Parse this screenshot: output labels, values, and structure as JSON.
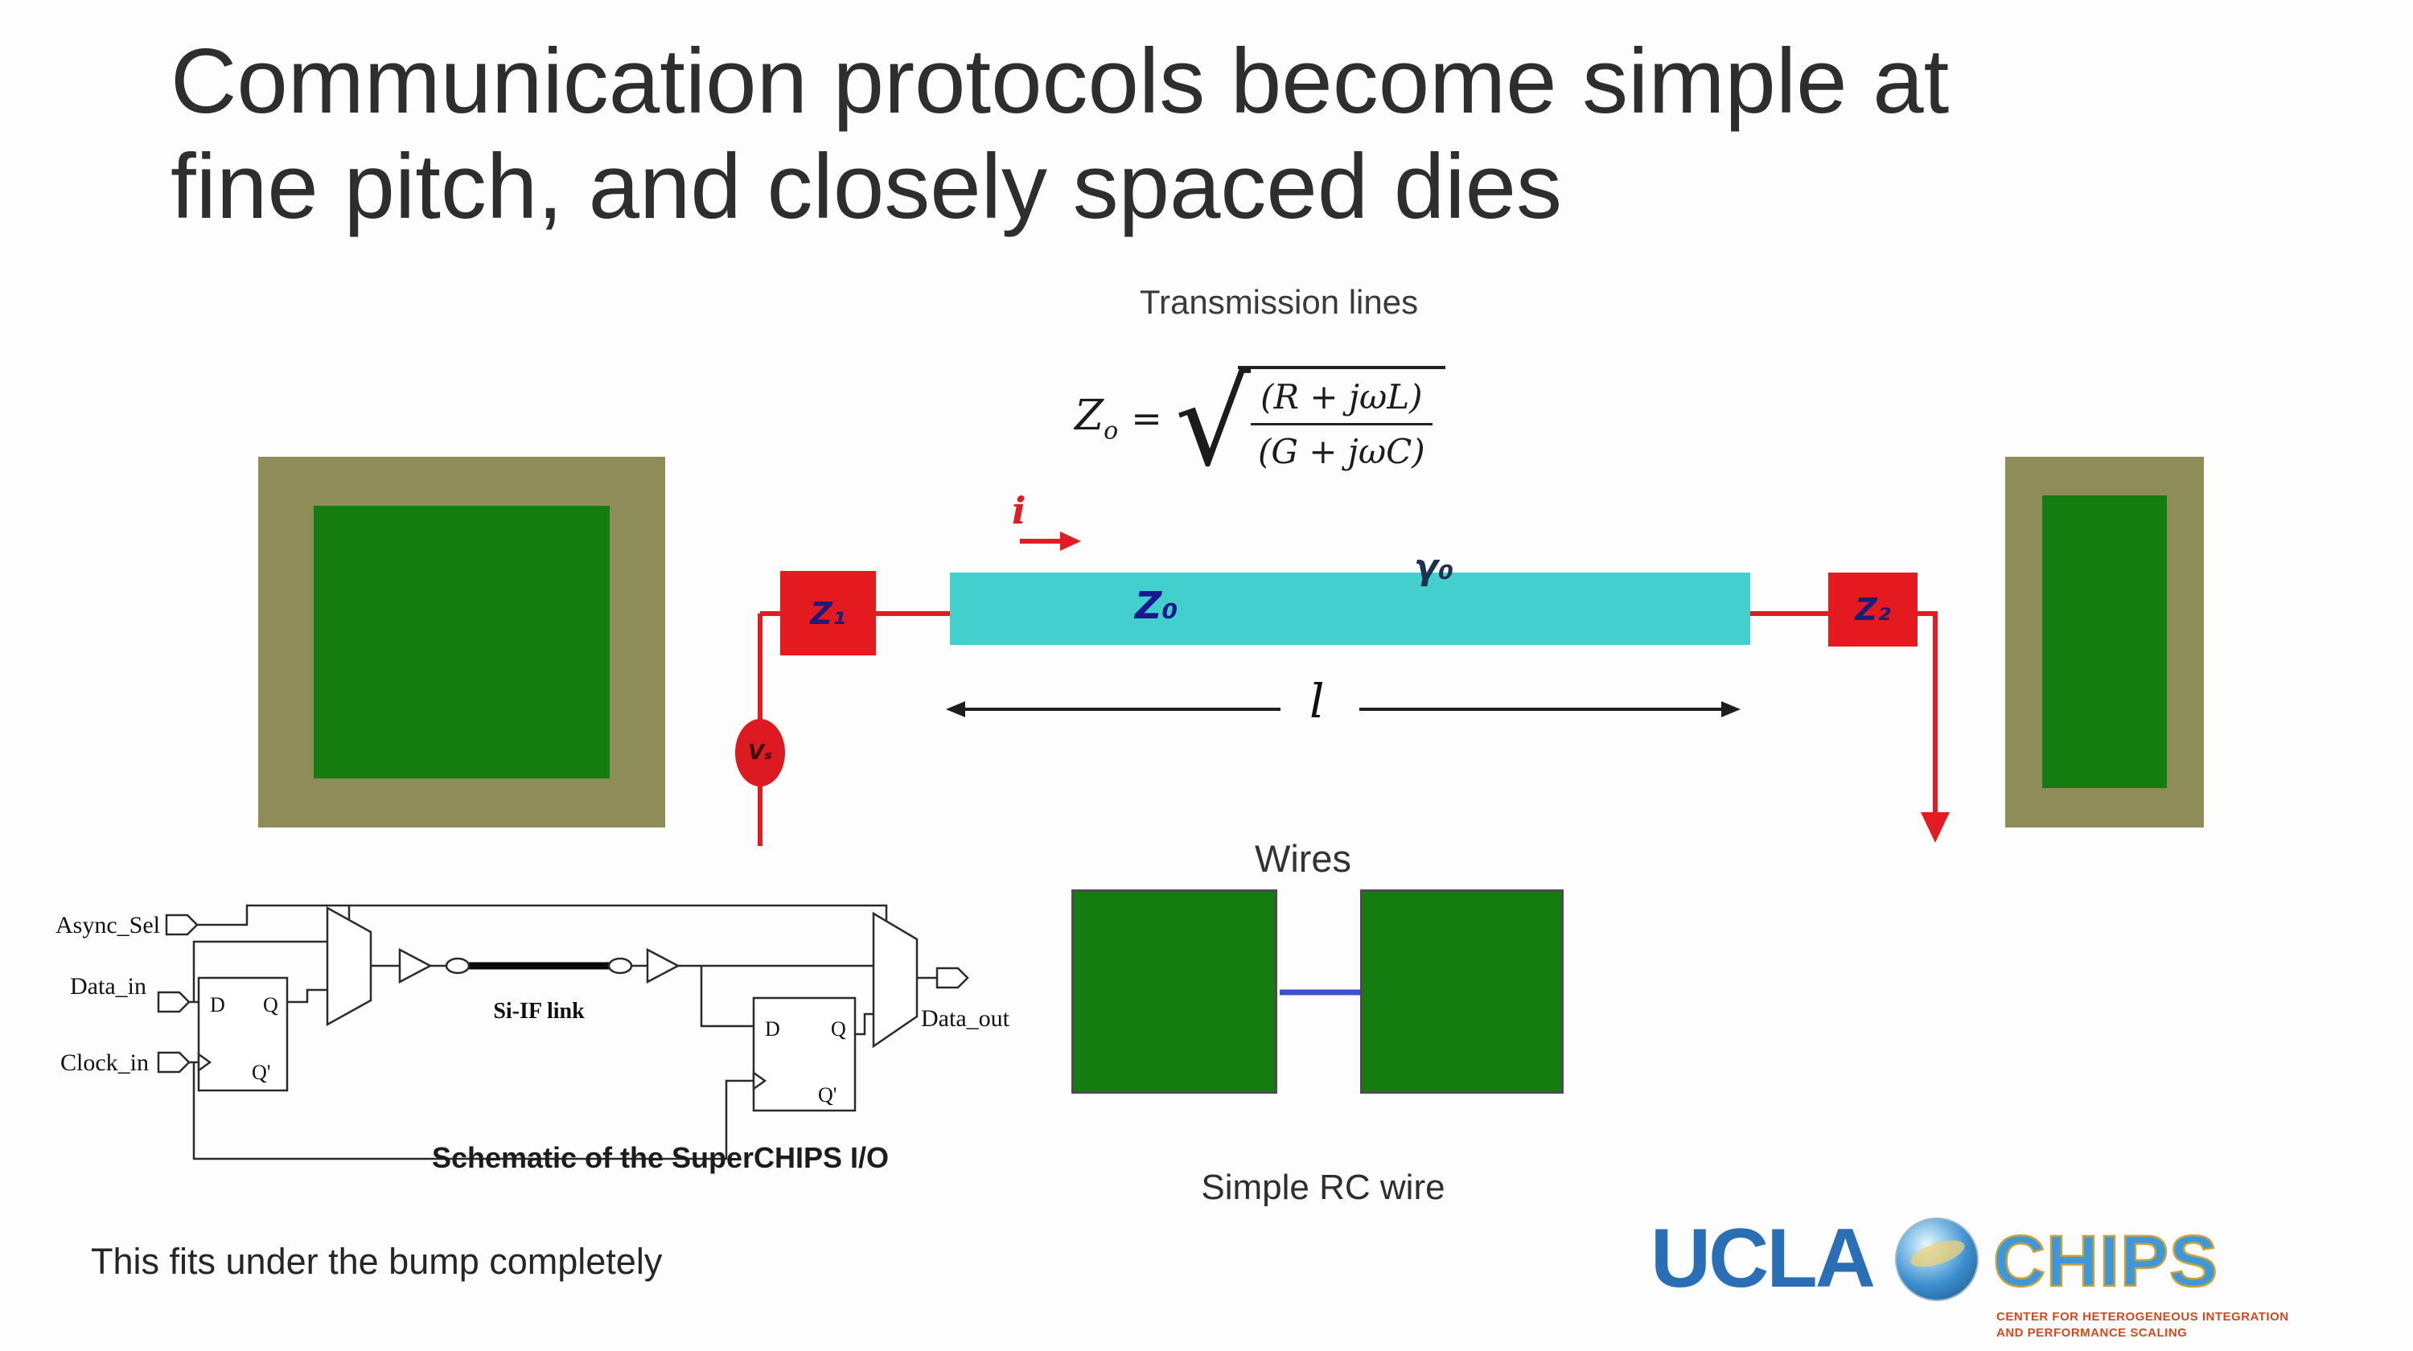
{
  "title": {
    "line1": "Communication protocols become simple at",
    "line2": "fine pitch, and closely spaced dies"
  },
  "transmission": {
    "heading": "Transmission lines",
    "formula": {
      "lhs": "Z",
      "lhs_sub": "o",
      "equals": "=",
      "numerator": "(R + jωL)",
      "denominator": "(G + jωC)"
    },
    "current_label": "i",
    "z1": "Z₁",
    "z0": "Z₀",
    "gamma0": "γ₀",
    "z2": "Z₂",
    "vsource": "Vₛ",
    "length_label": "l"
  },
  "wires": {
    "heading": "Wires",
    "caption": "Simple RC wire"
  },
  "schematic": {
    "caption": "Schematic of the SuperCHIPS I/O",
    "async_sel": "Async_Sel",
    "data_in": "Data_in",
    "clock_in": "Clock_in",
    "si_if_link": "Si-IF link",
    "data_out": "Data_out",
    "ff_d": "D",
    "ff_q": "Q",
    "ff_qb": "Q'"
  },
  "note": "This fits under the bump completely",
  "logo": {
    "ucla": "UCLA",
    "chips": "CHIPS",
    "tagline1": "CENTER FOR HETEROGENEOUS INTEGRATION",
    "tagline2": "AND PERFORMANCE SCALING"
  },
  "colors": {
    "die_border": "#8e8c58",
    "die_core": "#157c10",
    "accent_red": "#e31b22",
    "line_cyan": "#43d0cc",
    "label_blue": "#19198f",
    "wire_blue": "#3b50d0",
    "ucla_blue": "#2a6fb5",
    "chips_gold": "#caa23c"
  }
}
